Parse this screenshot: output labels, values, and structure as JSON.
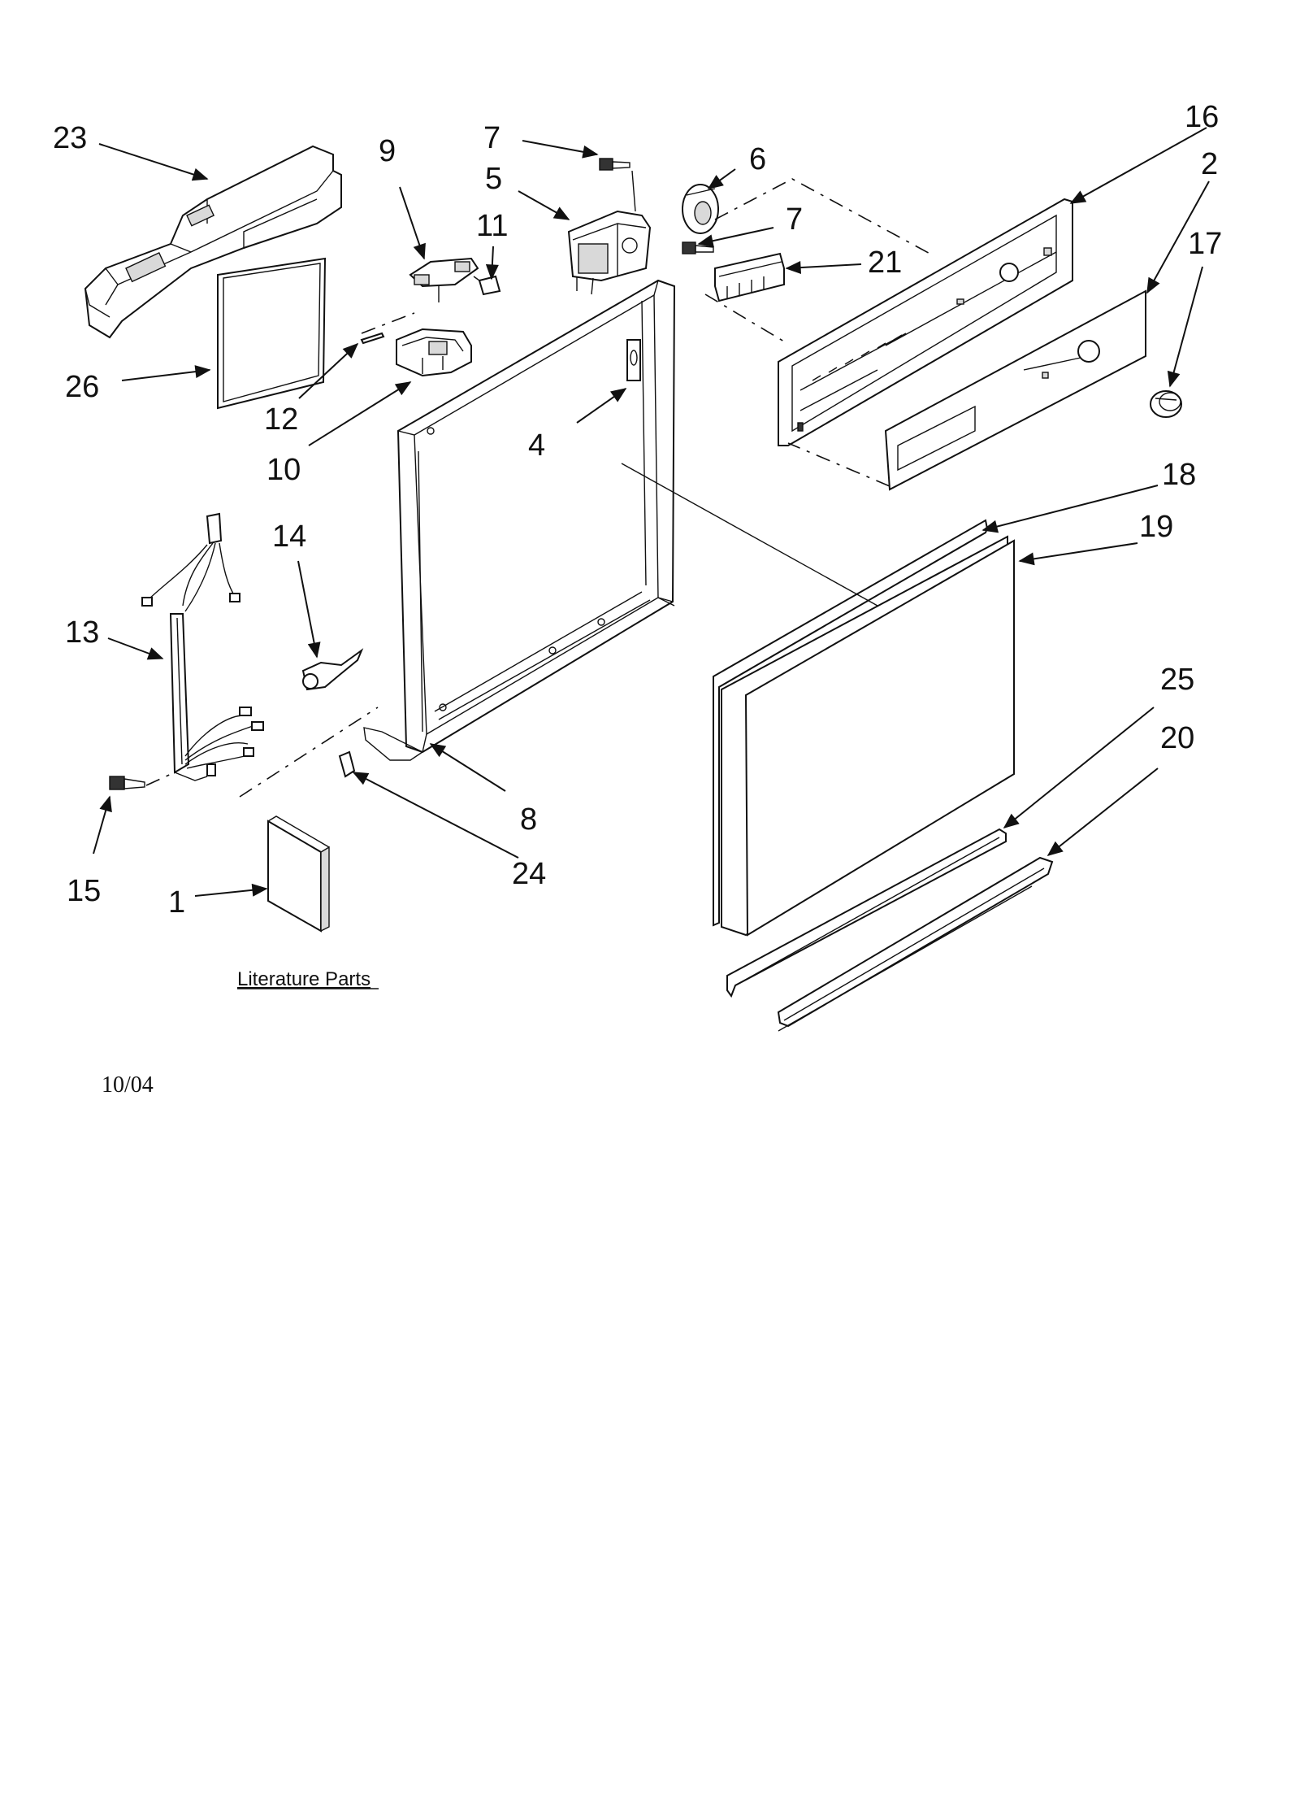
{
  "diagram": {
    "part_labels": {
      "p23": "23",
      "p9": "9",
      "p7a": "7",
      "p5": "5",
      "p6": "6",
      "p7b": "7",
      "p16": "16",
      "p2": "2",
      "p17": "17",
      "p11": "11",
      "p21": "21",
      "p26": "26",
      "p12": "12",
      "p10": "10",
      "p4": "4",
      "p18": "18",
      "p19": "19",
      "p14": "14",
      "p13": "13",
      "p25": "25",
      "p20": "20",
      "p8": "8",
      "p24": "24",
      "p15": "15",
      "p1": "1"
    },
    "literature_label": "Literature Parts",
    "date": "10/04"
  }
}
